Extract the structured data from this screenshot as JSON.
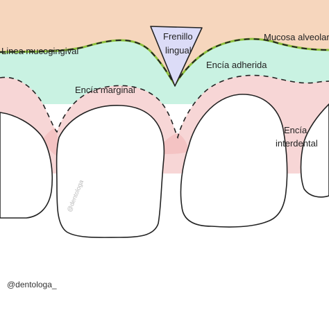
{
  "labels": {
    "linea_mucogingival": "Linea mucogingival",
    "frenillo_line1": "Frenillo",
    "frenillo_line2": "lingual",
    "mucosa_alveolar": "Mucosa alveolar",
    "encia_adherida": "Encía adherida",
    "encia_marginal": "Encía marginal",
    "encia_interdental_line1": "Encía",
    "encia_interdental_line2": "interdental"
  },
  "credit": "@dentologa_",
  "watermark": "@dentologa",
  "colors": {
    "mucosa": "#f6d6bd",
    "adherida": "#c9f2e2",
    "marginal": "#f7d6d6",
    "interdental": "#f4c3c3",
    "frenillo": "#dcdcf7",
    "mucogingival_line": "#8bbf3a",
    "outline": "#222222"
  }
}
